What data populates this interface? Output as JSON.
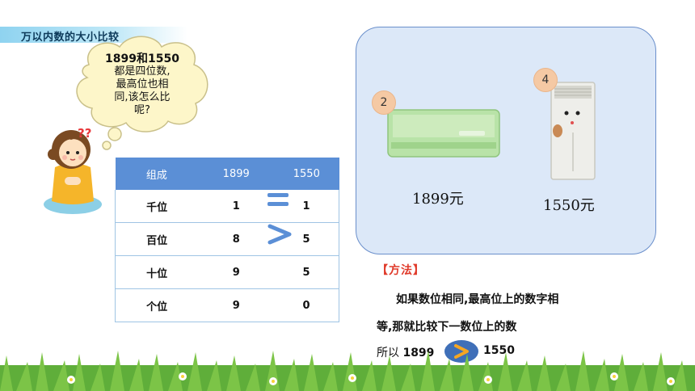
{
  "header": {
    "title": "万以内数的大小比较"
  },
  "thought": {
    "line1": "1899和1550",
    "line2": "都是四位数,",
    "line3": "最高位也相",
    "line4": "同,该怎么比",
    "line5": "呢?"
  },
  "girl_marks": "??",
  "table": {
    "headers": [
      "组成",
      "1899",
      "1550"
    ],
    "rows": [
      [
        "千位",
        "1",
        "1"
      ],
      [
        "百位",
        "8",
        "5"
      ],
      [
        "十位",
        "9",
        "5"
      ],
      [
        "个位",
        "9",
        "0"
      ]
    ]
  },
  "compare_symbols": {
    "equal": "=",
    "greater": ">"
  },
  "panel": {
    "badge_left": "2",
    "badge_right": "4",
    "price_left": "1899元",
    "price_right": "1550元"
  },
  "method": {
    "title": "【方法】",
    "line1": "如果数位相同,最高位上的数字相",
    "line2": "等,那就比较下一数位上的数",
    "conclusion_prefix": "所以",
    "left_number": "1899",
    "symbol": ">",
    "right_number": "1550"
  },
  "colors": {
    "accent_blue": "#5b8fd6",
    "method_red": "#e03a2a",
    "panel_bg": "#dce8f8"
  }
}
